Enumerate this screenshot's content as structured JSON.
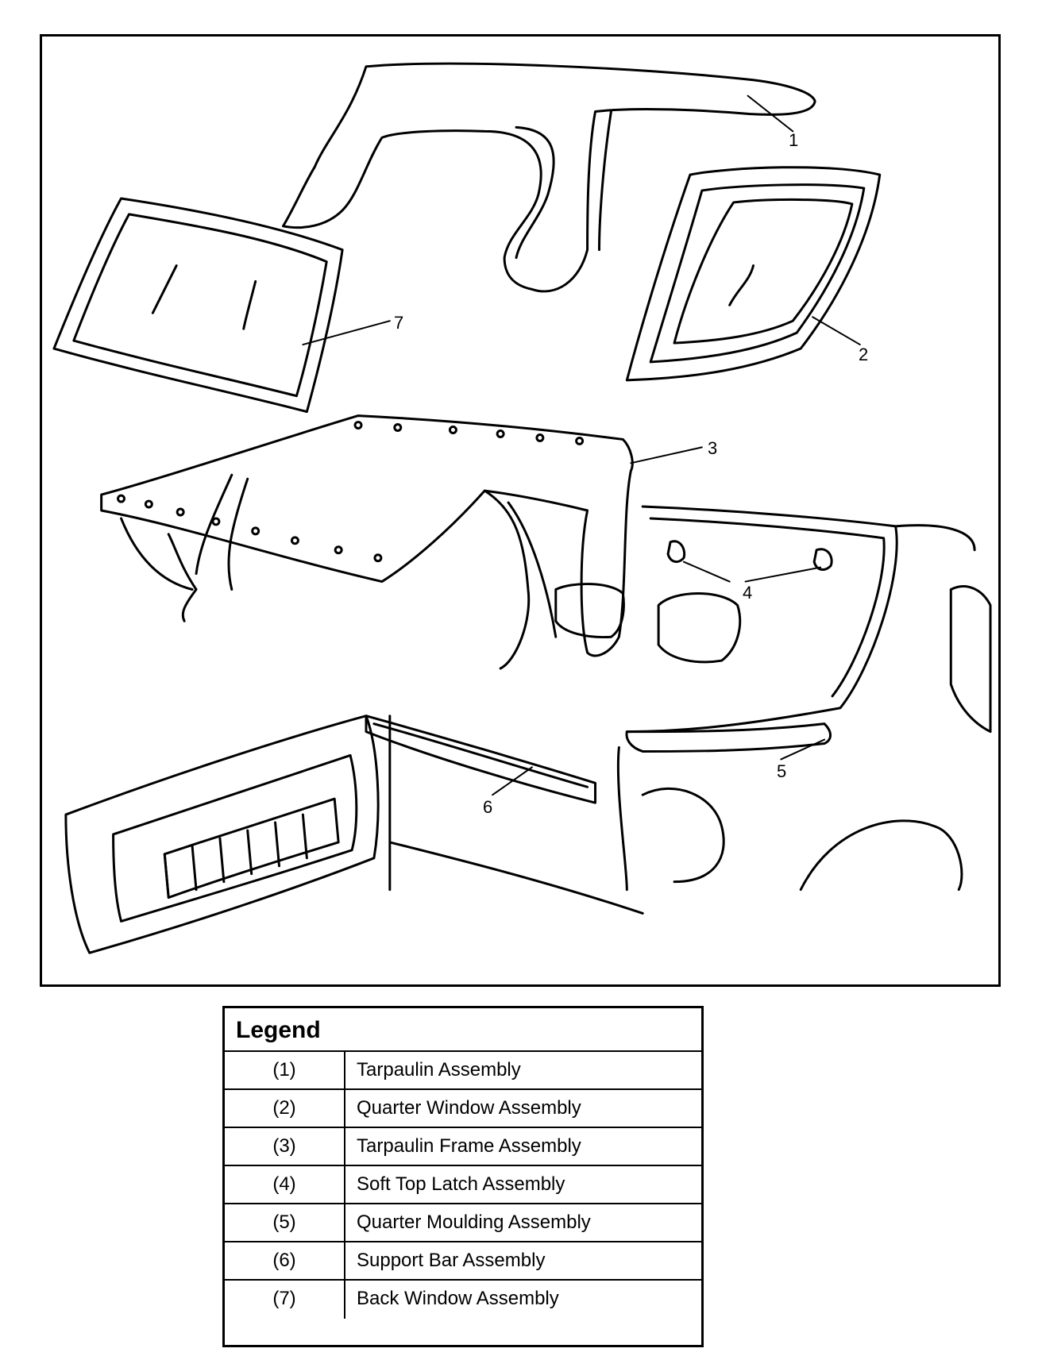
{
  "callouts": [
    "1",
    "2",
    "3",
    "4",
    "5",
    "6",
    "7"
  ],
  "legend": {
    "title": "Legend",
    "rows": [
      {
        "num": "(1)",
        "desc": "Tarpaulin Assembly"
      },
      {
        "num": "(2)",
        "desc": "Quarter Window Assembly"
      },
      {
        "num": "(3)",
        "desc": "Tarpaulin Frame Assembly"
      },
      {
        "num": "(4)",
        "desc": "Soft Top Latch Assembly"
      },
      {
        "num": "(5)",
        "desc": "Quarter Moulding Assembly"
      },
      {
        "num": "(6)",
        "desc": "Support Bar Assembly"
      },
      {
        "num": "(7)",
        "desc": "Back Window Assembly"
      }
    ]
  }
}
